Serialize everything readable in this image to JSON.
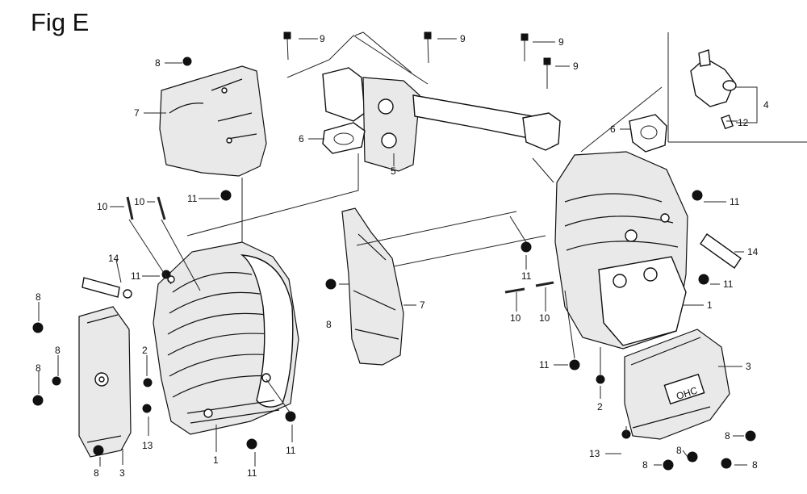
{
  "figure": {
    "title": "Fig E"
  },
  "callouts": [
    {
      "id": "c8-a",
      "text": "8"
    },
    {
      "id": "c7-a",
      "text": "7"
    },
    {
      "id": "c11-a",
      "text": "11"
    },
    {
      "id": "c10-a",
      "text": "10"
    },
    {
      "id": "c10-b",
      "text": "10"
    },
    {
      "id": "c14-a",
      "text": "14"
    },
    {
      "id": "c11-b",
      "text": "11"
    },
    {
      "id": "c8-b",
      "text": "8"
    },
    {
      "id": "c8-c",
      "text": "8"
    },
    {
      "id": "c8-d",
      "text": "8"
    },
    {
      "id": "c2-a",
      "text": "2"
    },
    {
      "id": "c13-a",
      "text": "13"
    },
    {
      "id": "c1-a",
      "text": "1"
    },
    {
      "id": "c11-c",
      "text": "11"
    },
    {
      "id": "c11-d",
      "text": "11"
    },
    {
      "id": "c8-e",
      "text": "8"
    },
    {
      "id": "c3-a",
      "text": "3"
    },
    {
      "id": "c9-a",
      "text": "9"
    },
    {
      "id": "c9-b",
      "text": "9"
    },
    {
      "id": "c9-c",
      "text": "9"
    },
    {
      "id": "c9-d",
      "text": "9"
    },
    {
      "id": "c6-a",
      "text": "6"
    },
    {
      "id": "c5-a",
      "text": "5"
    },
    {
      "id": "c6-b",
      "text": "6"
    },
    {
      "id": "c4-a",
      "text": "4"
    },
    {
      "id": "c12-a",
      "text": "12"
    },
    {
      "id": "c8-f",
      "text": "8"
    },
    {
      "id": "c7-b",
      "text": "7"
    },
    {
      "id": "c11-e",
      "text": "11"
    },
    {
      "id": "c14-b",
      "text": "14"
    },
    {
      "id": "c11-f",
      "text": "11"
    },
    {
      "id": "c11-g",
      "text": "11"
    },
    {
      "id": "c10-c",
      "text": "10"
    },
    {
      "id": "c10-d",
      "text": "10"
    },
    {
      "id": "c1-b",
      "text": "1"
    },
    {
      "id": "c11-h",
      "text": "11"
    },
    {
      "id": "c2-b",
      "text": "2"
    },
    {
      "id": "c3-b",
      "text": "3"
    },
    {
      "id": "c8-g",
      "text": "8"
    },
    {
      "id": "c13-b",
      "text": "13"
    },
    {
      "id": "c8-h",
      "text": "8"
    },
    {
      "id": "c8-i",
      "text": "8"
    },
    {
      "id": "c8-j",
      "text": "8"
    }
  ]
}
